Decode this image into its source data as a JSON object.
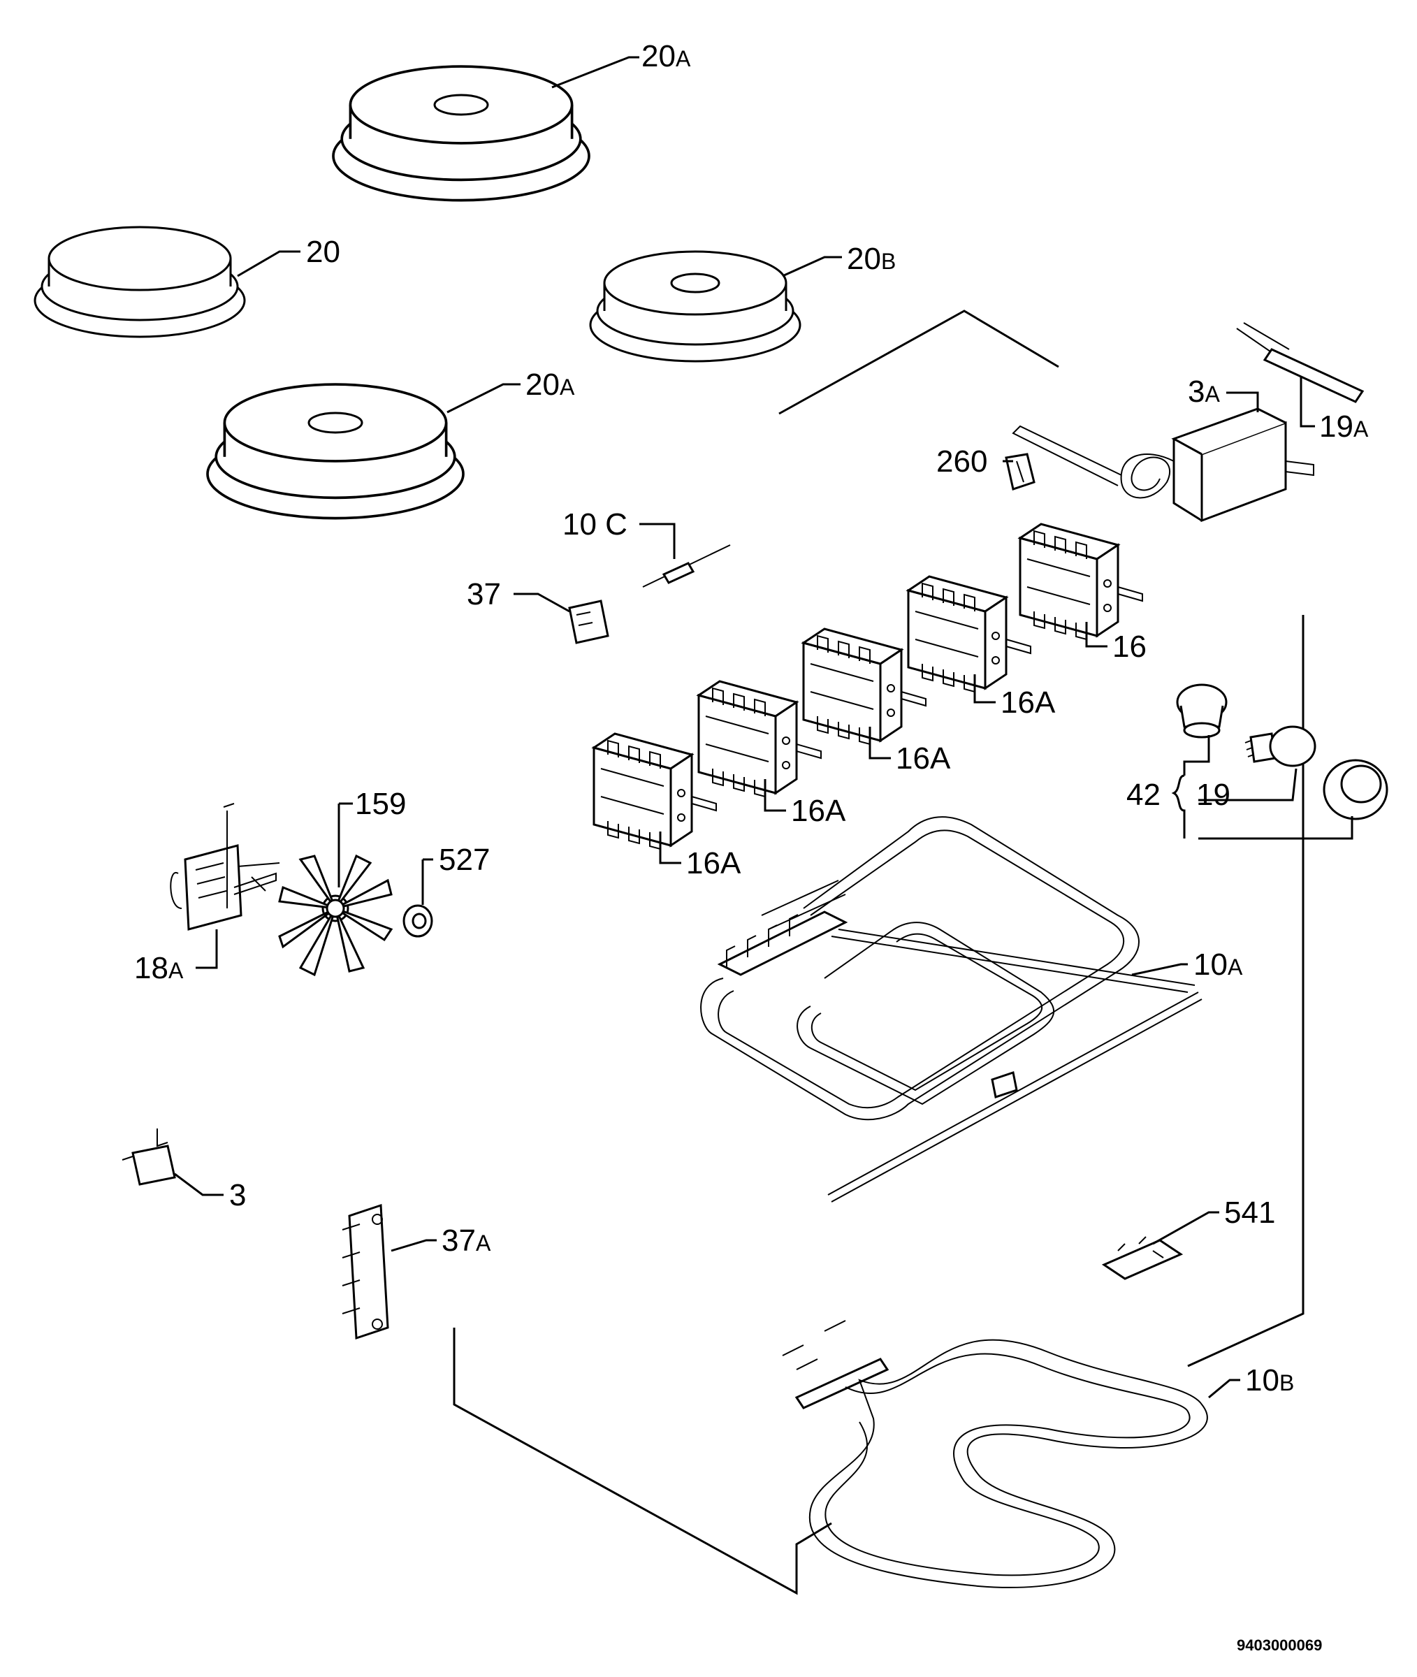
{
  "diagram_code": "9403000069",
  "labels": {
    "l20A_top": {
      "num": "20",
      "suf": "A"
    },
    "l20": {
      "num": "20",
      "suf": ""
    },
    "l20B": {
      "num": "20",
      "suf": "B"
    },
    "l20A_low": {
      "num": "20",
      "suf": "A"
    },
    "l3A": {
      "num": "3",
      "suf": "A"
    },
    "l19A": {
      "num": "19",
      "suf": "A"
    },
    "l260": {
      "num": "260",
      "suf": ""
    },
    "l10C": {
      "num": "10 C",
      "suf": ""
    },
    "l37": {
      "num": "37",
      "suf": ""
    },
    "l16": {
      "num": "16",
      "suf": ""
    },
    "l16A_1": {
      "num": "16A",
      "suf": ""
    },
    "l16A_2": {
      "num": "16A",
      "suf": ""
    },
    "l16A_3": {
      "num": "16A",
      "suf": ""
    },
    "l16A_4": {
      "num": "16A",
      "suf": ""
    },
    "l42": {
      "num": "42",
      "suf": ""
    },
    "l19": {
      "num": "19",
      "suf": ""
    },
    "l159": {
      "num": "159",
      "suf": ""
    },
    "l527": {
      "num": "527",
      "suf": ""
    },
    "l18A": {
      "num": "18",
      "suf": "A"
    },
    "l10A": {
      "num": "10",
      "suf": "A"
    },
    "l3": {
      "num": "3",
      "suf": ""
    },
    "l37A": {
      "num": "37",
      "suf": "A"
    },
    "l541": {
      "num": "541",
      "suf": ""
    },
    "l10B": {
      "num": "10",
      "suf": "B"
    }
  }
}
